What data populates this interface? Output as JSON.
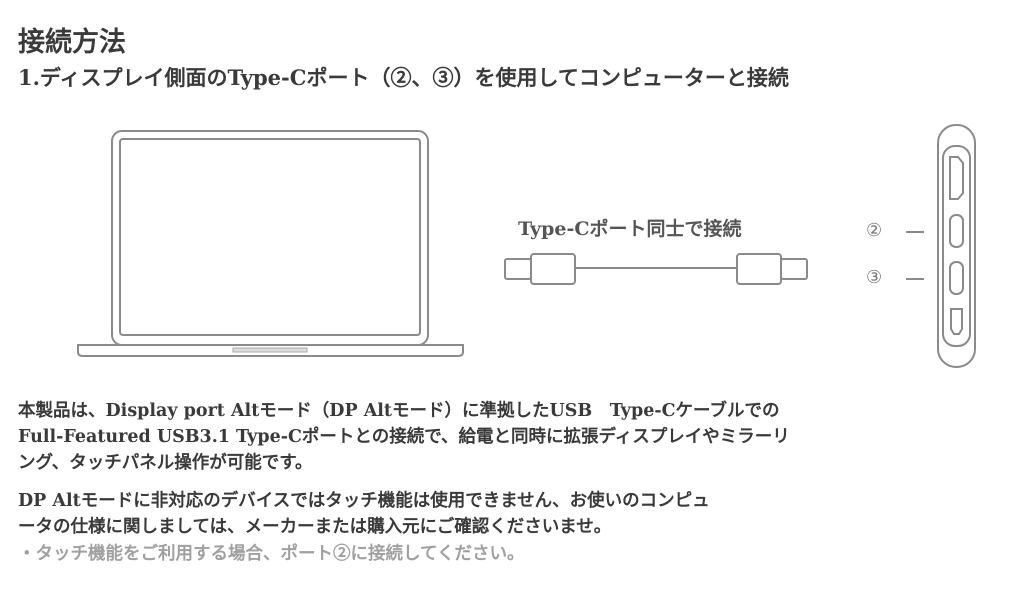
{
  "title": "接続方法",
  "subtitle": "1.ディスプレイ側面のType-Cポート（②、③）を使用してコンピューターと接続",
  "diagram": {
    "cable_label": "Type-Cポート同士で接続",
    "port_labels": [
      "②",
      "③"
    ]
  },
  "body": {
    "paragraph1": [
      "本製品は、Display port Altモード（DP Altモード）に準拠したUSB　Type-Cケーブルでの",
      "Full-Featured USB3.1 Type-Cポートとの接続で、給電と同時に拡張ディスプレイやミラーリ",
      "ング、タッチパネル操作が可能です。"
    ],
    "paragraph2": [
      "DP Altモードに非対応のデバイスではタッチ機能は使用できません、お使いのコンピュ",
      "ータの仕様に関しましては、メーカーまたは購入元にご確認くださいませ。"
    ],
    "note": "・タッチ機能をご利用する場合、ポート②に接続してください。"
  }
}
